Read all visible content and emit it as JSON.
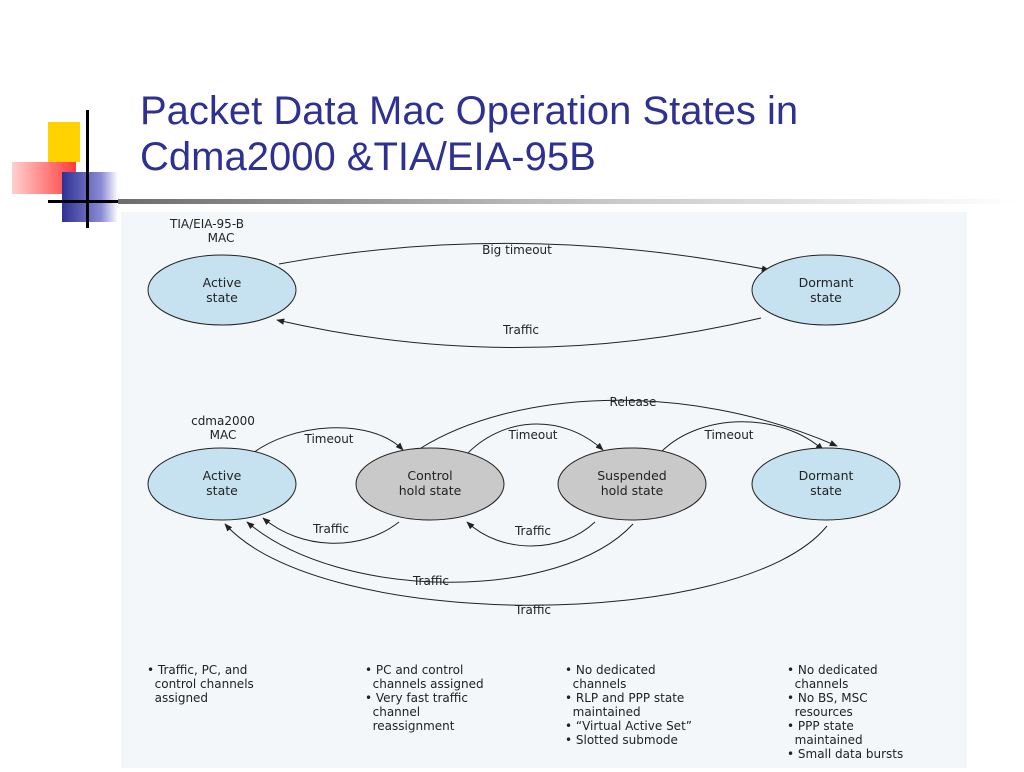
{
  "slide": {
    "title_lines": [
      "Packet Data Mac Operation States in",
      "Cdma2000 &TIA/EIA-95B"
    ]
  },
  "colors": {
    "title": "#2e3192",
    "logo_yellow": "#ffd200",
    "logo_blue": "#2e3192",
    "logo_red": "#ff3b3b",
    "state_blue": "#c6e2f1",
    "state_gray": "#c9c9c9"
  },
  "diagram": {
    "tia": {
      "heading_lines": [
        "TIA/EIA-95-B",
        "MAC"
      ],
      "states": [
        {
          "id": "active",
          "lines": [
            "Active",
            "state"
          ]
        },
        {
          "id": "dormant",
          "lines": [
            "Dormant",
            "state"
          ]
        }
      ],
      "transitions": {
        "big_timeout": "Big timeout",
        "traffic": "Traffic"
      }
    },
    "cdma": {
      "heading_lines": [
        "cdma2000",
        "MAC"
      ],
      "states": [
        {
          "id": "active",
          "lines": [
            "Active",
            "state"
          ]
        },
        {
          "id": "control",
          "lines": [
            "Control",
            "hold state"
          ]
        },
        {
          "id": "suspended",
          "lines": [
            "Suspended",
            "hold state"
          ]
        },
        {
          "id": "dormant",
          "lines": [
            "Dormant",
            "state"
          ]
        }
      ],
      "transitions": {
        "release": "Release",
        "timeout_1": "Timeout",
        "timeout_2": "Timeout",
        "timeout_3": "Timeout",
        "traffic_1": "Traffic",
        "traffic_2": "Traffic",
        "traffic_3": "Traffic",
        "traffic_4": "Traffic"
      }
    },
    "notes": [
      [
        "• Traffic, PC, and",
        "  control channels",
        "  assigned"
      ],
      [
        "• PC and control",
        "  channels assigned",
        "• Very fast traffic",
        "  channel",
        "  reassignment"
      ],
      [
        "• No dedicated",
        "  channels",
        "• RLP and PPP state",
        "  maintained",
        "• “Virtual Active Set”",
        "• Slotted submode"
      ],
      [
        "• No dedicated",
        "  channels",
        "• No BS, MSC",
        "  resources",
        "• PPP state",
        "  maintained",
        "• Small data bursts"
      ]
    ]
  }
}
